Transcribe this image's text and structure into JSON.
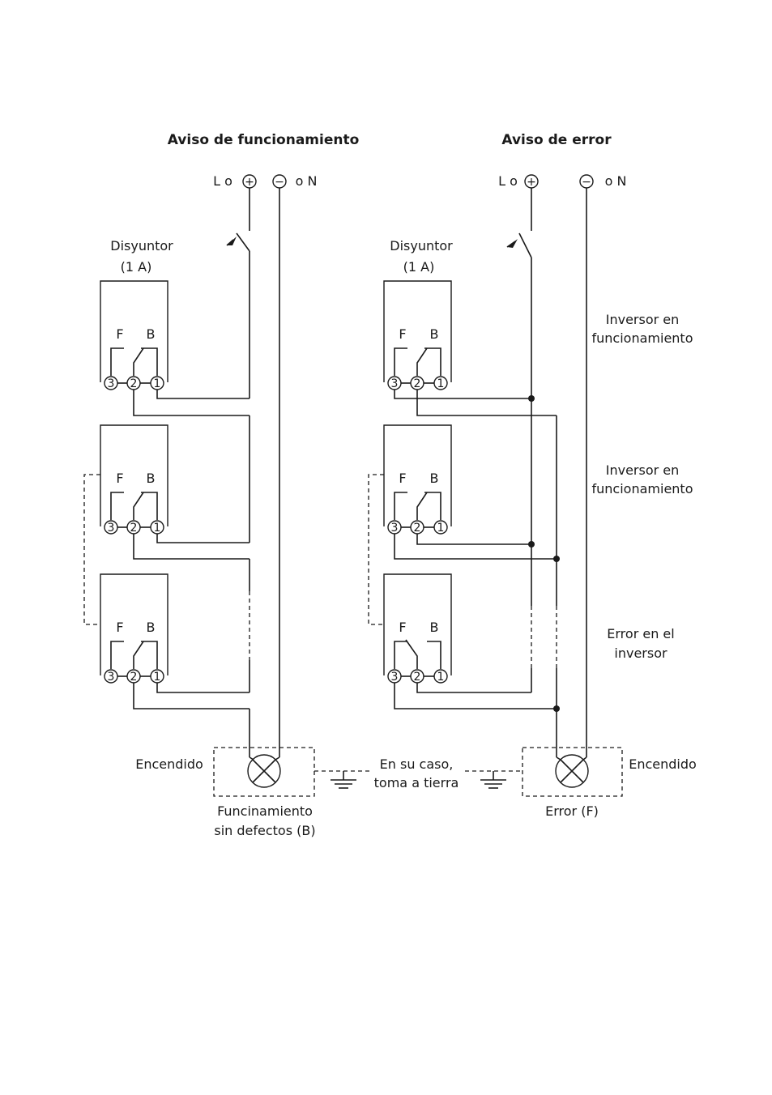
{
  "left": {
    "title": "Aviso de funcionamiento",
    "supply_plus": "L o",
    "supply_minus": "o N",
    "breaker_line1": "Disyuntor",
    "breaker_line2": "(1 A)",
    "lamp_state": "Encendido",
    "lamp_caption_line1": "Funcinamiento",
    "lamp_caption_line2": "sin defectos (B)"
  },
  "right": {
    "title": "Aviso de error",
    "supply_plus": "L o",
    "supply_minus": "o N",
    "breaker_line1": "Disyuntor",
    "breaker_line2": "(1 A)",
    "lamp_state": "Encendido",
    "lamp_caption": "Error (F)",
    "status_1_line1": "Inversor en",
    "status_1_line2": "funcionamiento",
    "status_2_line1": "Inversor en",
    "status_2_line2": "funcionamiento",
    "status_3_line1": "Error en el",
    "status_3_line2": "inversor"
  },
  "ground": {
    "line1": "En su caso,",
    "line2": "toma a tierra"
  },
  "relay": {
    "contact_f": "F",
    "contact_b": "B",
    "terminal_3": "3",
    "terminal_2": "2",
    "terminal_1": "1"
  },
  "symbols": {
    "plus": "+",
    "minus": "−"
  }
}
